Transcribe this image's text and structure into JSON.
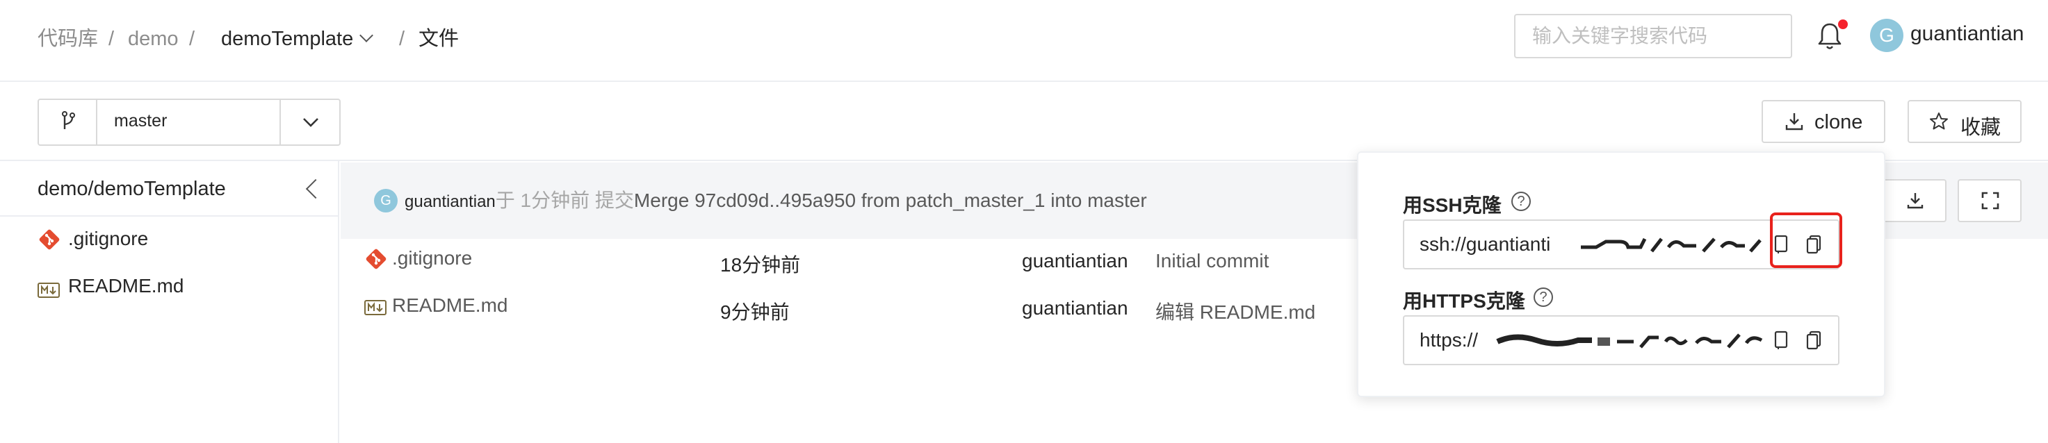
{
  "breadcrumb": {
    "root": "代码库",
    "sep1": "/",
    "project": "demo",
    "sep2": "/",
    "repo": "demoTemplate",
    "sep3": "/",
    "current": "文件"
  },
  "header": {
    "search_placeholder": "输入关键字搜索代码",
    "avatar_initial": "G",
    "username": "guantiantian",
    "notification_dot_color": "#f5222d"
  },
  "toolbar": {
    "branch": "master",
    "clone_label": "clone",
    "favorite_label": "收藏"
  },
  "tree": {
    "title": "demo/demoTemplate",
    "items": [
      {
        "label": ".gitignore",
        "icon": "git-icon"
      },
      {
        "label": "README.md",
        "icon": "markdown-icon"
      }
    ]
  },
  "commit": {
    "avatar_initial": "G",
    "user": "guantiantian",
    "meta": "于 1分钟前 提交",
    "message": "Merge 97cd09d..495a950 from patch_master_1 into master"
  },
  "files": [
    {
      "name": ".gitignore",
      "icon": "git-icon",
      "time": "18分钟前",
      "author": "guantiantian",
      "message": "Initial commit"
    },
    {
      "name": "README.md",
      "icon": "markdown-icon",
      "time": "9分钟前",
      "author": "guantiantian",
      "message": "编辑 README.md"
    }
  ],
  "clone_popover": {
    "ssh_title": "用SSH克隆",
    "ssh_url": "ssh://guantianti",
    "https_title": "用HTTPS克隆",
    "https_url": "https://",
    "help_glyph": "?",
    "highlight_color": "#e8221c"
  }
}
